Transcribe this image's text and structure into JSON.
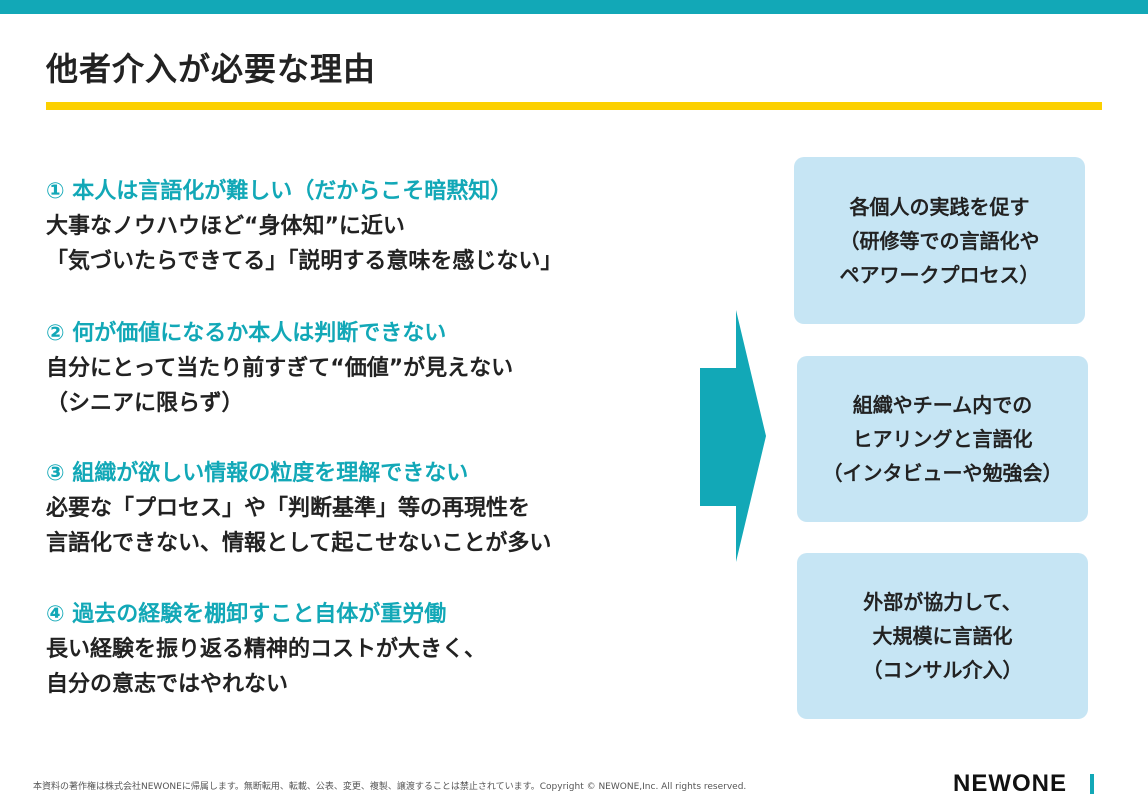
{
  "title": "他者介入が必要な理由",
  "reasons": [
    {
      "head": "① 本人は言語化が難しい（だからこそ暗黙知）",
      "lines": [
        "大事なノウハウほど“身体知”に近い",
        "「気づいたらできてる」「説明する意味を感じない」"
      ]
    },
    {
      "head": "② 何が価値になるか本人は判断できない",
      "lines": [
        "自分にとって当たり前すぎて“価値”が見えない",
        "（シニアに限らず）"
      ]
    },
    {
      "head": "③ 組織が欲しい情報の粒度を理解できない",
      "lines": [
        "必要な「プロセス」や「判断基準」等の再現性を",
        "言語化できない、情報として起こせないことが多い"
      ]
    },
    {
      "head": "④ 過去の経験を棚卸すこと自体が重労働",
      "lines": [
        "長い経験を振り返る精神的コストが大きく、",
        "自分の意志ではやれない"
      ]
    }
  ],
  "solutions": [
    {
      "lines": [
        "各個人の実践を促す",
        "（研修等での言語化や",
        "ペアワークプロセス）"
      ]
    },
    {
      "lines": [
        "組織やチーム内での",
        "ヒアリングと言語化",
        "（インタビューや勉強会）"
      ]
    },
    {
      "lines": [
        "外部が協力して、",
        "大規模に言語化",
        "（コンサル介入）"
      ]
    }
  ],
  "footer": "本資料の著作権は株式会社NEWONEに帰属します。無断転用、転載、公表、変更、複製、譲渡することは禁止されています。Copyright © NEWONE,Inc.  All rights reserved.",
  "logo": "NEWONE",
  "colors": {
    "accent": "#12a8b7",
    "underline": "#fcd000",
    "box": "#c6e5f4"
  }
}
